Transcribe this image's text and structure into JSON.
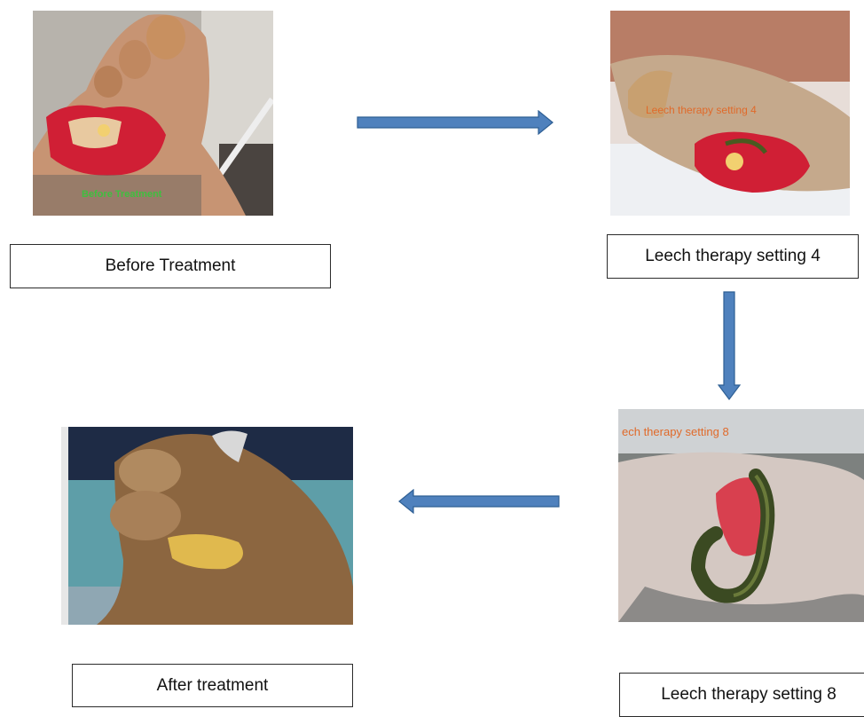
{
  "steps": [
    {
      "caption": "Before Treatment",
      "photo_label": "Before Treatment"
    },
    {
      "caption": "Leech therapy setting 4",
      "photo_label": "Leech therapy setting 4"
    },
    {
      "caption": "Leech therapy setting 8",
      "photo_label": "ech therapy setting 8"
    },
    {
      "caption": "After treatment"
    }
  ],
  "colors": {
    "arrow_fill": "#4f81bd",
    "arrow_stroke": "#2e5f94",
    "box_border": "#2b2b2b",
    "wound_red": "#d01f35",
    "skin": "#c89674",
    "leech": "#3b4a22",
    "photo_label_green": "#3fbf3f",
    "photo_label_orange": "#e06a2a"
  }
}
